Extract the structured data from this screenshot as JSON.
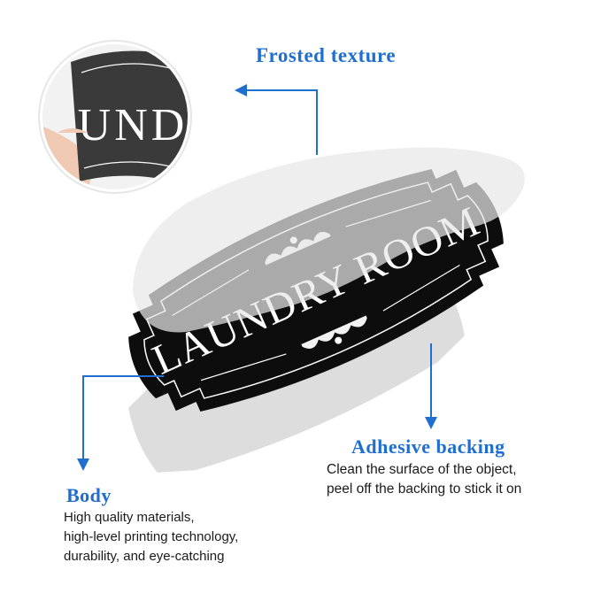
{
  "sign": {
    "text": "LAUNDRY ROOM"
  },
  "zoom_detail": {
    "text": "UND"
  },
  "labels": {
    "frosted": {
      "title": "Frosted texture"
    },
    "adhesive": {
      "title": "Adhesive backing",
      "lines": [
        "Clean the surface of the object,",
        "peel off the backing to stick it on"
      ]
    },
    "body": {
      "title": "Body",
      "lines": [
        "High quality materials,",
        "high-level printing technology,",
        "durability, and eye-catching"
      ]
    }
  },
  "colors": {
    "accent": "#1f6fd1",
    "sign_black": "#0d0d0d",
    "frost": "#cfcfcf",
    "shadow": "#d9d9d9"
  }
}
